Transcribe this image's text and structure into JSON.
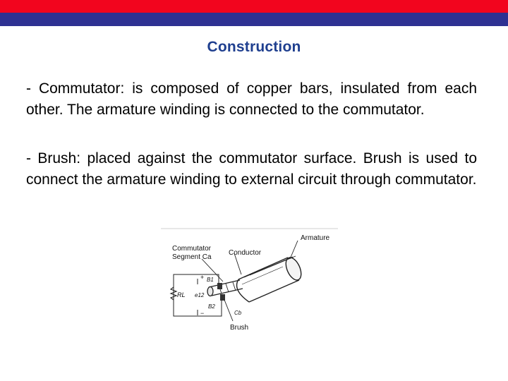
{
  "slide": {
    "title": "Construction",
    "paragraphs": [
      "- Commutator: is composed of copper bars, insulated from each other. The armature winding is connected to the commutator.",
      "- Brush: placed against the commutator surface. Brush is used to connect the armature winding to external circuit through commutator."
    ]
  },
  "figure": {
    "labels": {
      "armature": "Armature",
      "commutator_1": "Commutator",
      "commutator_2": "Segment Ca",
      "conductor": "Conductor",
      "brush": "Brush",
      "b1": "B1",
      "b2": "B2",
      "e12": "e12",
      "rl": "RL",
      "cb": "Cb",
      "plus": "+",
      "minus": "−"
    }
  },
  "colors": {
    "top_band_red": "#f2051e",
    "top_band_blue": "#2e3192",
    "title": "#1f3f8f",
    "body_text": "#000000"
  }
}
